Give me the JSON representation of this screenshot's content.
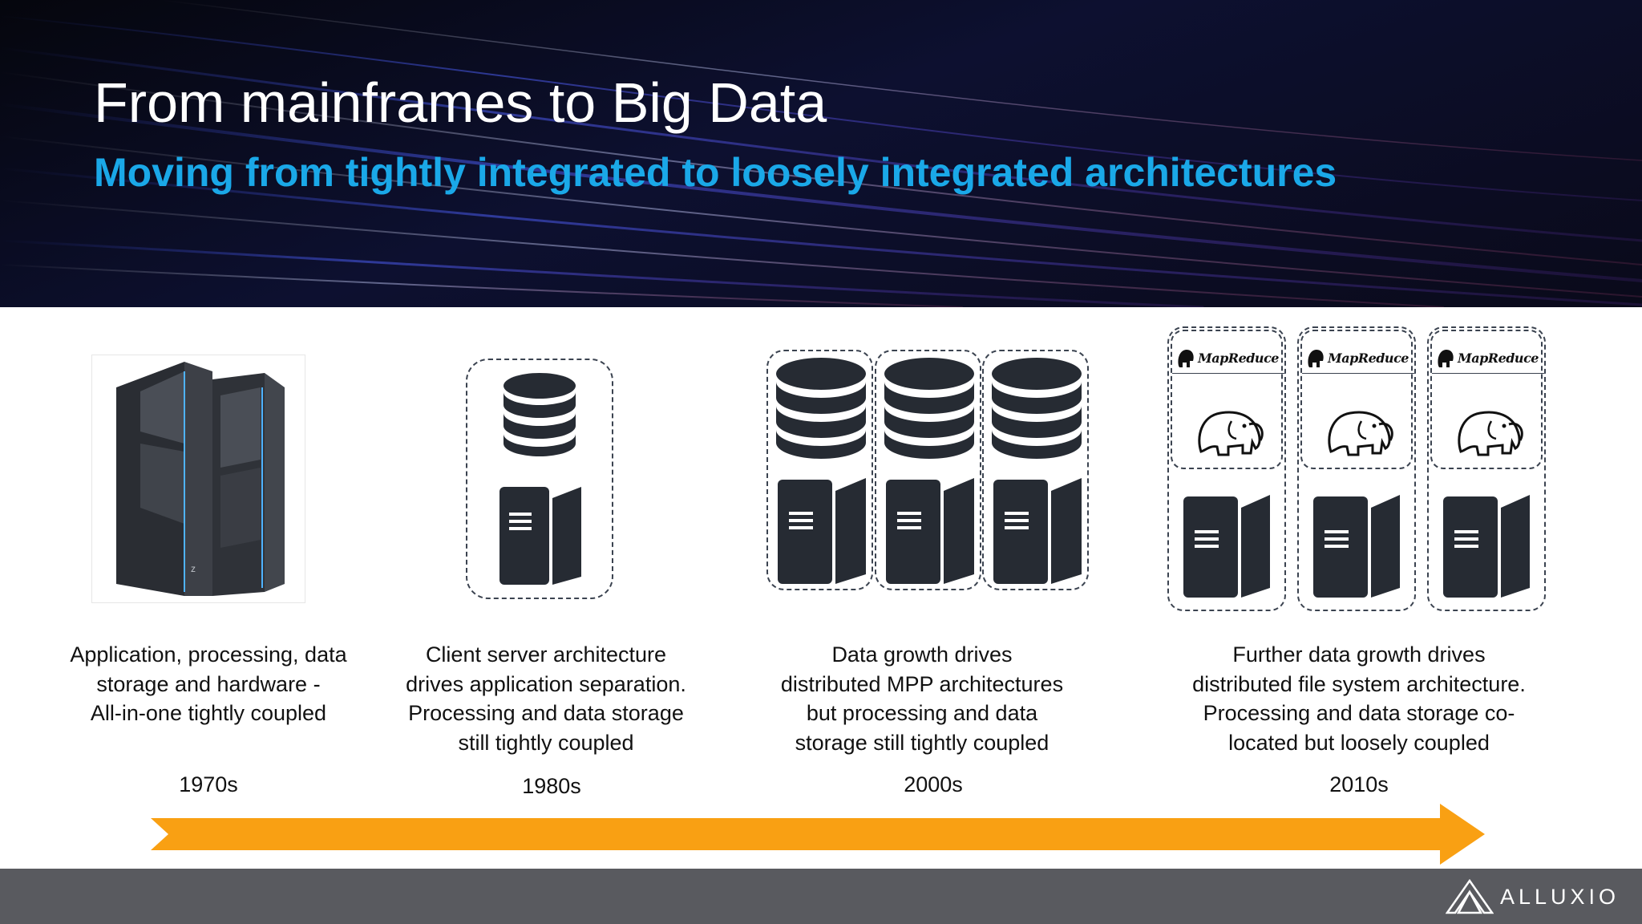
{
  "header": {
    "title": "From mainframes to Big Data",
    "subtitle": "Moving from tightly integrated to loosely integrated architectures"
  },
  "eras": [
    {
      "year": "1970s",
      "text_lines": [
        "Application, processing, data",
        "storage and hardware -",
        "All-in-one tightly coupled"
      ]
    },
    {
      "year": "1980s",
      "text_lines": [
        "Client server architecture",
        "drives application separation.",
        "Processing and data storage",
        "still tightly coupled"
      ]
    },
    {
      "year": "2000s",
      "text_lines": [
        "Data growth drives",
        "distributed MPP architectures",
        "but processing and data",
        "storage still tightly coupled"
      ]
    },
    {
      "year": "2010s",
      "text_lines": [
        "Further data growth drives",
        "distributed file system architecture.",
        "Processing and data storage co-",
        "located but loosely coupled"
      ]
    }
  ],
  "mapreduce_label": "MapReduce",
  "footer": {
    "brand": "ALLUXIO"
  },
  "colors": {
    "subtitle": "#1aa8e8",
    "arrow": "#f9a013",
    "footer": "#595a5f",
    "icon": "#262b33"
  }
}
